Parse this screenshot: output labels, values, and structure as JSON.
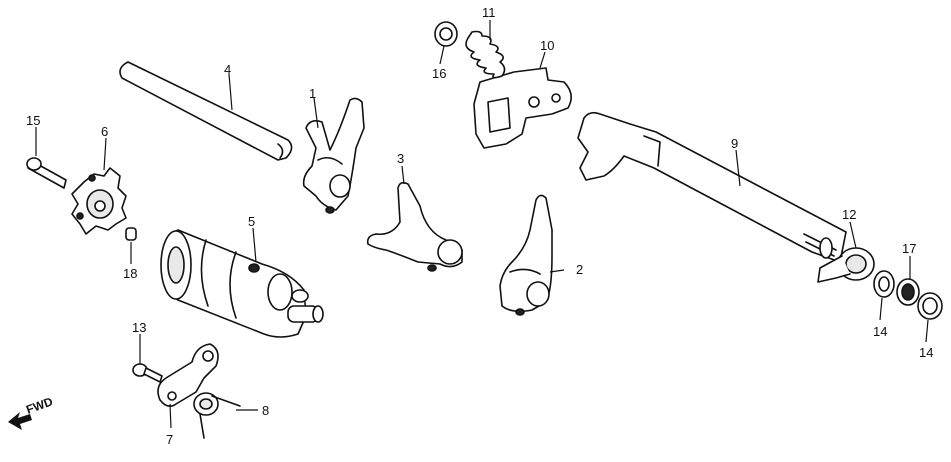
{
  "callouts": {
    "c1": "1",
    "c2": "2",
    "c3": "3",
    "c4": "4",
    "c5": "5",
    "c6": "6",
    "c7": "7",
    "c8": "8",
    "c9": "9",
    "c10": "10",
    "c11": "11",
    "c12": "12",
    "c13": "13",
    "c14a": "14",
    "c14b": "14",
    "c15": "15",
    "c16": "16",
    "c17": "17",
    "c18": "18"
  },
  "direction_label": "FWD"
}
